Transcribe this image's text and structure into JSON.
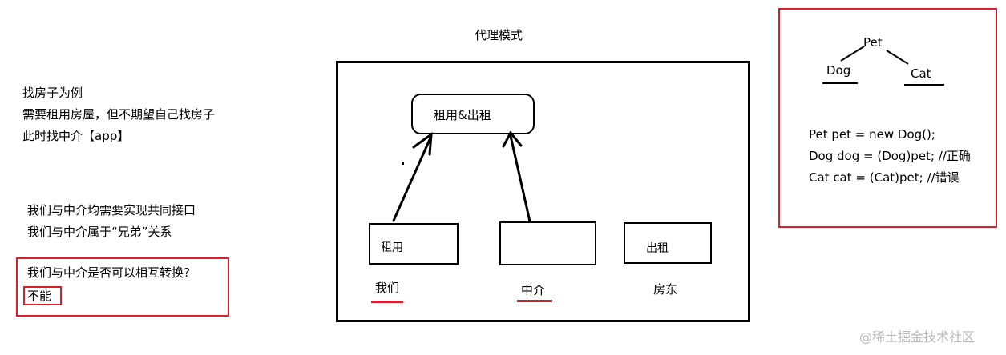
{
  "title": "代理模式",
  "left_notes": {
    "lines": [
      "找房子为例",
      "需要租用房屋，但不期望自己找房子",
      "此时找中介【app】"
    ],
    "interface_lines": [
      "我们与中介均需要实现共同接口",
      "我们与中介属于“兄弟”关系"
    ],
    "question": "我们与中介是否可以相互转换?",
    "answer": "不能"
  },
  "diagram": {
    "top_box": "租用&出租",
    "boxes": [
      {
        "text": "租用",
        "label": "我们",
        "underlined": true
      },
      {
        "text": "",
        "label": "中介",
        "underlined": true
      },
      {
        "text": "出租",
        "label": "房东",
        "underlined": false
      }
    ]
  },
  "inheritance": {
    "root": "Pet",
    "children": [
      "Dog",
      "Cat"
    ],
    "code": [
      "Pet pet = new Dog();",
      "Dog dog = (Dog)pet;  //正确",
      "Cat cat = (Cat)pet;       //错误"
    ]
  },
  "watermark": "@稀土掘金技术社区",
  "colors": {
    "highlight": "#d9202a",
    "ink": "#000000",
    "watermark": "#b8b8b8"
  }
}
